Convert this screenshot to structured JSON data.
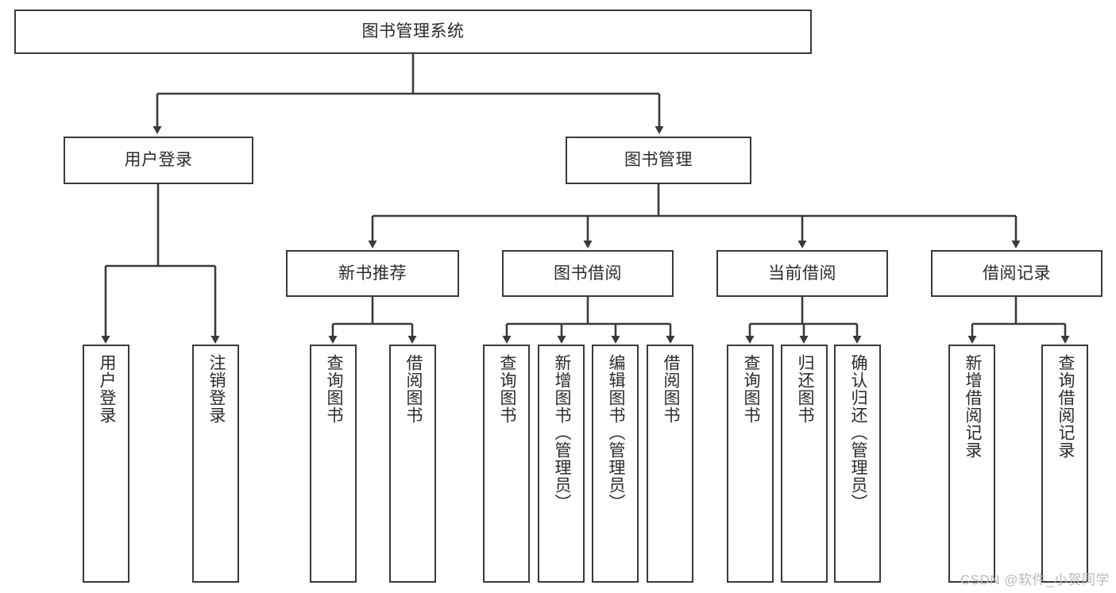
{
  "diagram": {
    "title": "图书管理系统",
    "type": "tree-hierarchy",
    "root": {
      "label": "图书管理系统"
    },
    "level1": [
      {
        "label": "用户登录"
      },
      {
        "label": "图书管理"
      }
    ],
    "level2": [
      {
        "label": "新书推荐"
      },
      {
        "label": "图书借阅"
      },
      {
        "label": "当前借阅"
      },
      {
        "label": "借阅记录"
      }
    ],
    "leaves": {
      "user_login": [
        {
          "label": "用户登录"
        },
        {
          "label": "注销登录"
        }
      ],
      "new_book_recommend": [
        {
          "label": "查询图书"
        },
        {
          "label": "借阅图书"
        }
      ],
      "book_borrow": [
        {
          "label": "查询图书"
        },
        {
          "label": "新增图书（管理员）"
        },
        {
          "label": "编辑图书（管理员）"
        },
        {
          "label": "借阅图书"
        }
      ],
      "current_borrow": [
        {
          "label": "查询图书"
        },
        {
          "label": "归还图书"
        },
        {
          "label": "确认归还（管理员）"
        }
      ],
      "borrow_record": [
        {
          "label": "新增借阅记录"
        },
        {
          "label": "查询借阅记录"
        }
      ]
    }
  },
  "watermark": {
    "text": "CSDN @软件_小贺同学"
  },
  "colors": {
    "border": "#3a3a3a",
    "text": "#2b2b2b",
    "background": "#ffffff",
    "watermark": "#b9b9b9"
  }
}
